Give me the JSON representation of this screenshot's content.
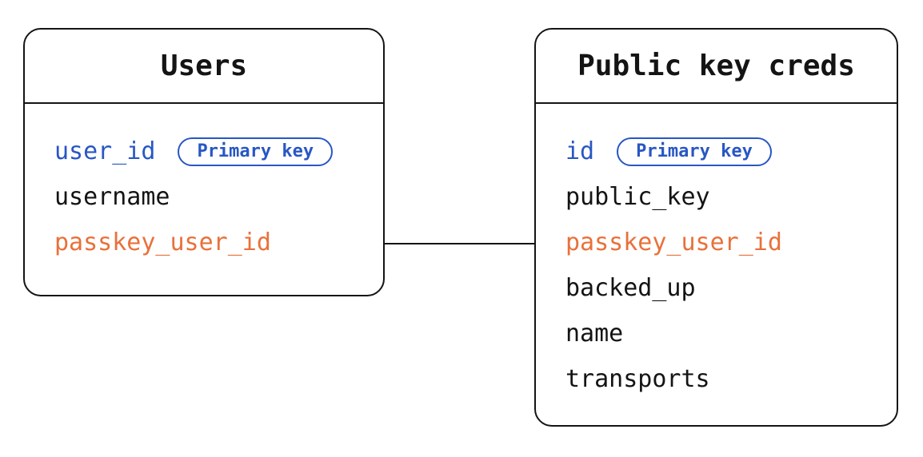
{
  "diagram": {
    "background": "#ffffff",
    "colors": {
      "primary_key_blue": "#2857c4",
      "foreign_key_orange": "#e8713a",
      "field_black": "#141414",
      "border_black": "#141414"
    },
    "tables": [
      {
        "name": "Users",
        "fields": [
          {
            "name": "user_id",
            "role": "primary",
            "badge": "Primary key"
          },
          {
            "name": "username",
            "role": "normal"
          },
          {
            "name": "passkey_user_id",
            "role": "foreign"
          }
        ]
      },
      {
        "name": "Public key creds",
        "fields": [
          {
            "name": "id",
            "role": "primary",
            "badge": "Primary key"
          },
          {
            "name": "public_key",
            "role": "normal"
          },
          {
            "name": "passkey_user_id",
            "role": "foreign"
          },
          {
            "name": "backed_up",
            "role": "normal"
          },
          {
            "name": "name",
            "role": "normal"
          },
          {
            "name": "transports",
            "role": "normal"
          }
        ]
      }
    ],
    "relationship": {
      "from_table": "Users",
      "from_field": "passkey_user_id",
      "to_table": "Public key creds",
      "to_field": "passkey_user_id"
    }
  }
}
